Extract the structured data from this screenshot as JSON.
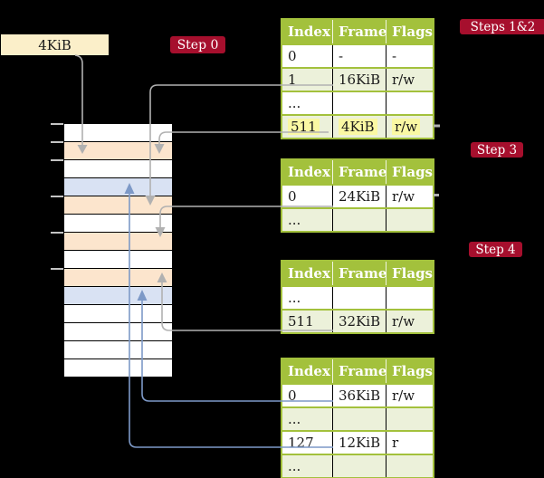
{
  "diagram": {
    "frame_size_box": "4KiB",
    "badges": {
      "step0": "Step 0",
      "steps12": "Steps 1&2",
      "step3": "Step 3",
      "step4": "Step 4"
    }
  },
  "memory": {
    "rows": [
      "white",
      "peach",
      "white",
      "blue",
      "peach",
      "white",
      "peach",
      "white",
      "peach",
      "blue",
      "white",
      "white",
      "white",
      "white"
    ],
    "tick_boundaries": [
      0,
      1,
      2,
      4,
      6,
      8
    ]
  },
  "tables": [
    {
      "id": "pt-steps-1-2",
      "headers": [
        "Index",
        "Frame",
        "Flags"
      ],
      "rows": [
        {
          "cells": [
            "0",
            "-",
            "-"
          ],
          "shade": false,
          "highlight": false
        },
        {
          "cells": [
            "1",
            "16KiB",
            "r/w"
          ],
          "shade": true,
          "highlight": false
        },
        {
          "cells": [
            "...",
            "",
            ""
          ],
          "shade": false,
          "highlight": false
        },
        {
          "cells": [
            "511",
            "4KiB",
            "r/w"
          ],
          "shade": true,
          "highlight": true
        }
      ]
    },
    {
      "id": "pt-step-3",
      "headers": [
        "Index",
        "Frame",
        "Flags"
      ],
      "rows": [
        {
          "cells": [
            "0",
            "24KiB",
            "r/w"
          ],
          "shade": false,
          "highlight": false
        },
        {
          "cells": [
            "...",
            "",
            ""
          ],
          "shade": true,
          "highlight": false
        }
      ]
    },
    {
      "id": "pt-step-4",
      "headers": [
        "Index",
        "Frame",
        "Flags"
      ],
      "rows": [
        {
          "cells": [
            "...",
            "",
            ""
          ],
          "shade": false,
          "highlight": false
        },
        {
          "cells": [
            "511",
            "32KiB",
            "r/w"
          ],
          "shade": true,
          "highlight": false
        }
      ]
    },
    {
      "id": "pt-final",
      "headers": [
        "Index",
        "Frame",
        "Flags"
      ],
      "rows": [
        {
          "cells": [
            "0",
            "36KiB",
            "r/w"
          ],
          "shade": false,
          "highlight": false
        },
        {
          "cells": [
            "...",
            "",
            ""
          ],
          "shade": true,
          "highlight": false
        },
        {
          "cells": [
            "127",
            "12KiB",
            "r"
          ],
          "shade": false,
          "highlight": false
        },
        {
          "cells": [
            "...",
            "",
            ""
          ],
          "shade": true,
          "highlight": false
        }
      ]
    }
  ],
  "connectors": [
    {
      "from": "frame-size-box",
      "to": "memory-frame-2 (4KiB)",
      "color": "gray"
    },
    {
      "from": "pt-steps-1-2 entry 1 -> 16KiB",
      "to": "memory-frame-5 (16KiB)",
      "color": "gray"
    },
    {
      "from": "pt-steps-1-2 entry 511 -> 4KiB",
      "to": "memory-frame-2 (4KiB)",
      "color": "gray"
    },
    {
      "from": "pt-step-3 entry 0 -> 24KiB",
      "to": "memory-frame-7 (24KiB)",
      "color": "gray"
    },
    {
      "from": "pt-step-4 entry 511 -> 32KiB",
      "to": "memory-frame-9 (32KiB)",
      "color": "gray"
    },
    {
      "from": "pt-final entry 0 -> 36KiB",
      "to": "memory-frame-10 (36KiB)",
      "color": "blue"
    },
    {
      "from": "pt-final entry 127 -> 12KiB",
      "to": "memory-frame-4 (12KiB)",
      "color": "blue"
    }
  ],
  "colors": {
    "badge": "#A60F2D",
    "olive": "#A3C13C",
    "shade": "#ECF1DA",
    "peach": "#FCE5CD",
    "bluerow": "#D9E2F3",
    "cream": "#FBEFC9",
    "highlight": "#FAF8A3",
    "gray_line": "#B1B1B1",
    "blue_line": "#7D99C7"
  }
}
